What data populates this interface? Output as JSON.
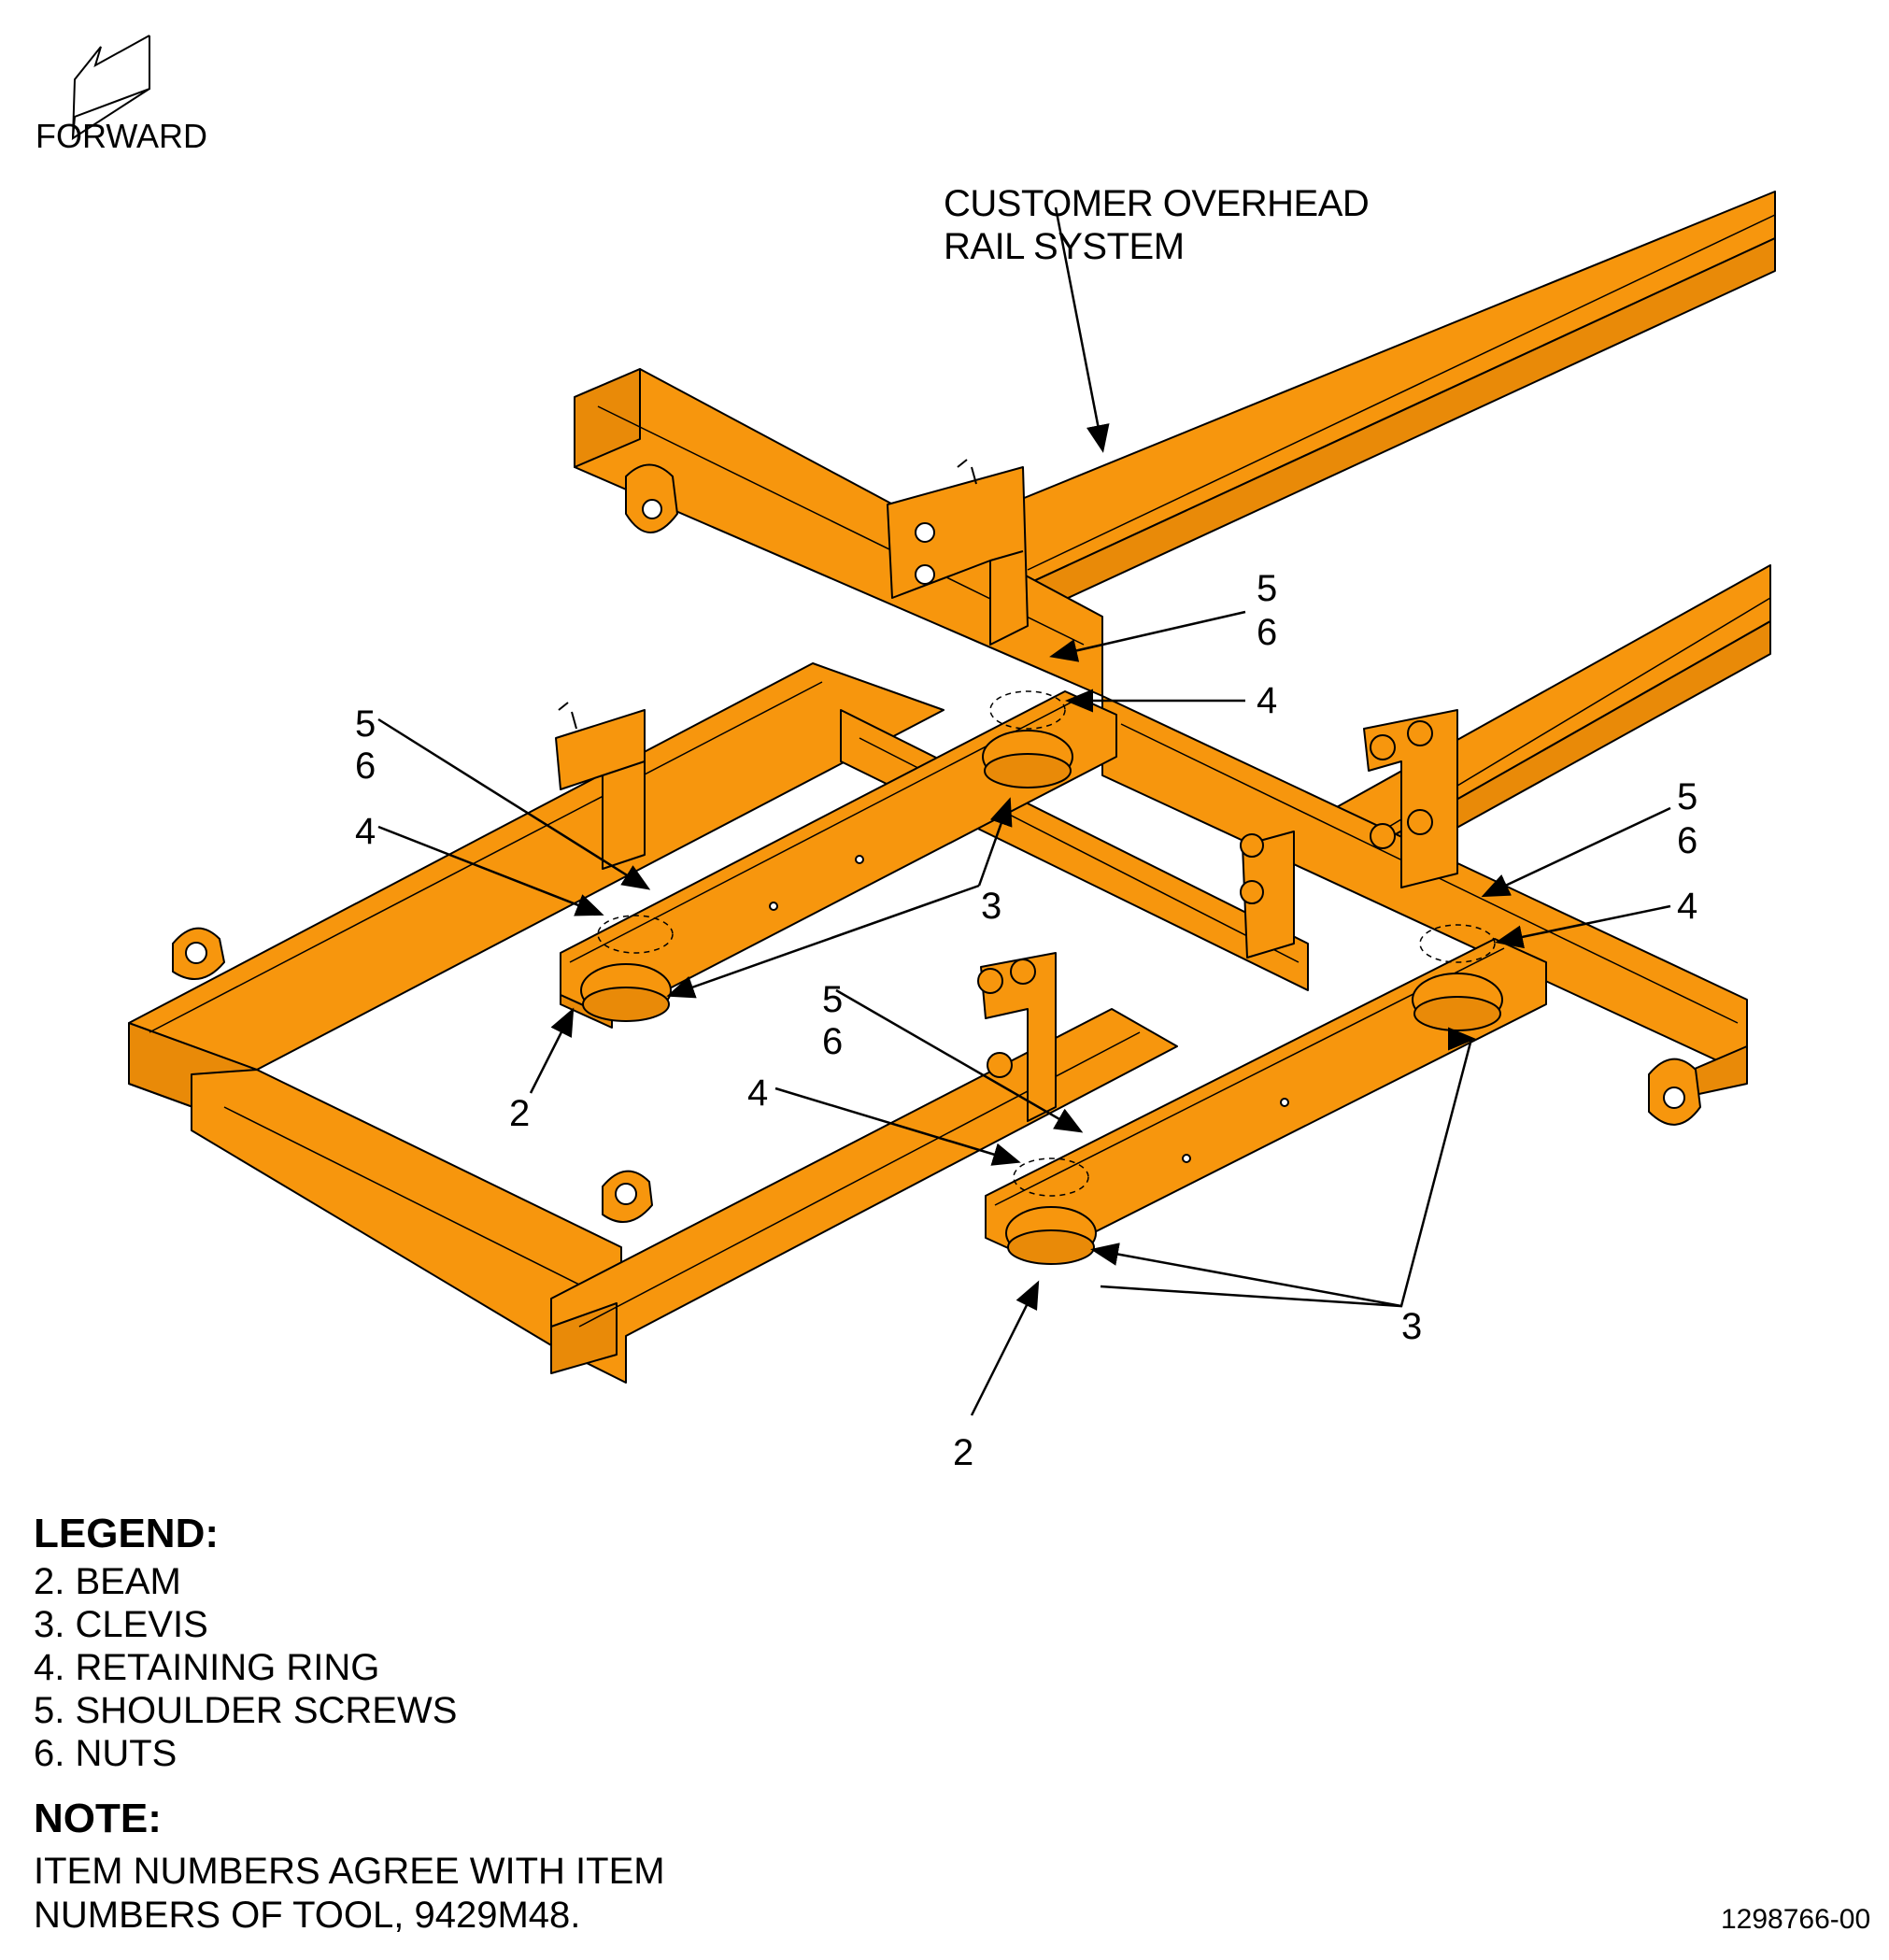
{
  "orientation": {
    "label": "FORWARD",
    "icon": "forward-arrow-icon"
  },
  "rail_label": {
    "line1": "CUSTOMER OVERHEAD",
    "line2": "RAIL SYSTEM"
  },
  "callouts": {
    "a_5": "5",
    "a_6": "6",
    "a_4": "4",
    "b_5": "5",
    "b_6": "6",
    "b_4": "4",
    "c_5": "5",
    "c_6": "6",
    "c_4": "4",
    "d_5": "5",
    "d_6": "6",
    "d_4": "4",
    "clevis_upper": "3",
    "clevis_lower": "3",
    "beam_left": "2",
    "beam_lower": "2"
  },
  "legend": {
    "title": "LEGEND:",
    "items": [
      "2. BEAM",
      "3. CLEVIS",
      "4. RETAINING RING",
      "5. SHOULDER SCREWS",
      "6. NUTS"
    ]
  },
  "note": {
    "title": "NOTE:",
    "lines": [
      "ITEM NUMBERS AGREE WITH ITEM",
      "NUMBERS OF TOOL, 9429M48."
    ]
  },
  "drawing_id": "1298766-00",
  "colors": {
    "frame": "#F7960D",
    "frame_shade": "#E98A08",
    "outline": "#000000",
    "background": "#FFFFFF"
  }
}
